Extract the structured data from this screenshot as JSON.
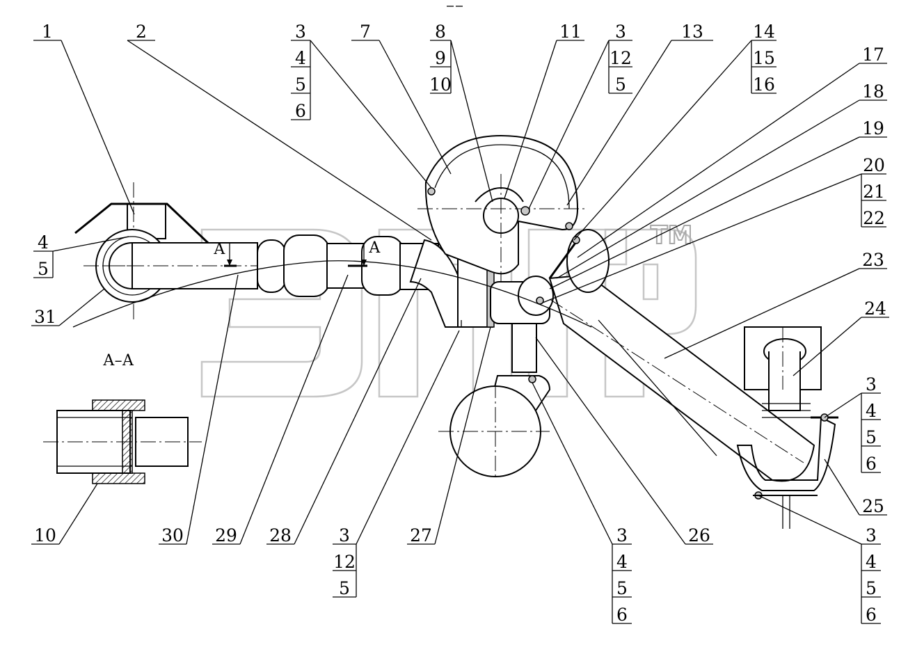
{
  "callouts": {
    "c1": [
      "1"
    ],
    "c2": [
      "2"
    ],
    "c3456_top": [
      "3",
      "4",
      "5",
      "6"
    ],
    "c7": [
      "7"
    ],
    "c8910": [
      "8",
      "9",
      "10"
    ],
    "c11": [
      "11"
    ],
    "c3125_top": [
      "3",
      "12",
      "5"
    ],
    "c13": [
      "13"
    ],
    "c141516": [
      "14",
      "15",
      "16"
    ],
    "c17": [
      "17"
    ],
    "c18": [
      "18"
    ],
    "c19": [
      "19"
    ],
    "c202122": [
      "20",
      "21",
      "22"
    ],
    "c23": [
      "23"
    ],
    "c24": [
      "24"
    ],
    "c3456_right": [
      "3",
      "4",
      "5",
      "6"
    ],
    "c25": [
      "25"
    ],
    "c3456_bottom_right": [
      "3",
      "4",
      "5",
      "6"
    ],
    "c26": [
      "26"
    ],
    "c3456_bottom": [
      "3",
      "4",
      "5",
      "6"
    ],
    "c27": [
      "27"
    ],
    "c3125_bottom": [
      "3",
      "12",
      "5"
    ],
    "c28": [
      "28"
    ],
    "c29": [
      "29"
    ],
    "c30": [
      "30"
    ],
    "c10": [
      "10"
    ],
    "c31": [
      "31"
    ],
    "c45_left": [
      "4",
      "5"
    ]
  },
  "section": {
    "title": "А–А",
    "mark_left": "А",
    "mark_right": "А"
  },
  "watermark": {
    "trademark": "TM"
  }
}
